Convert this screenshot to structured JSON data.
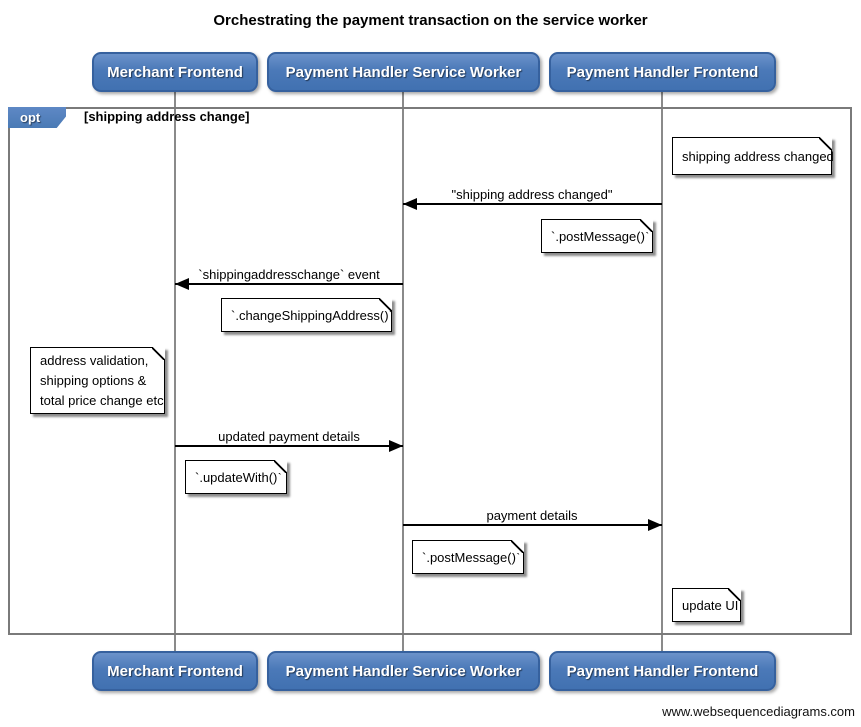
{
  "title": "Orchestrating the payment transaction on the service worker",
  "watermark": "www.websequencediagrams.com",
  "actors": [
    "Merchant Frontend",
    "Payment Handler Service Worker",
    "Payment Handler Frontend"
  ],
  "frame": {
    "operator": "opt",
    "condition": "[shipping address change]"
  },
  "notes": [
    {
      "text": "shipping address changed",
      "position": "right of Payment Handler Frontend"
    },
    {
      "text": "`.postMessage()`",
      "position": "left of Payment Handler Frontend"
    },
    {
      "text": "`.changeShippingAddress()`",
      "position": "left of Payment Handler Service Worker"
    },
    {
      "lines": [
        "address validation,",
        "shipping options &",
        "total price change etc"
      ],
      "position": "left of Merchant Frontend"
    },
    {
      "text": "`.updateWith()`",
      "position": "right of Merchant Frontend"
    },
    {
      "text": "`.postMessage()`",
      "position": "right of Payment Handler Service Worker"
    },
    {
      "text": "update UI",
      "position": "right of Payment Handler Frontend"
    }
  ],
  "messages": [
    {
      "label": "\"shipping address changed\"",
      "from": "Payment Handler Frontend",
      "to": "Payment Handler Service Worker"
    },
    {
      "label": "`shippingaddresschange` event",
      "from": "Payment Handler Service Worker",
      "to": "Merchant Frontend"
    },
    {
      "label": "updated payment details",
      "from": "Merchant Frontend",
      "to": "Payment Handler Service Worker"
    },
    {
      "label": "payment details",
      "from": "Payment Handler Service Worker",
      "to": "Payment Handler Frontend"
    }
  ],
  "colors": {
    "actor_fill": "#4b79b8",
    "actor_border": "#36619e",
    "frame_gray": "#7a7a7a",
    "note_bg": "#ffffff",
    "message_black": "#000000"
  }
}
